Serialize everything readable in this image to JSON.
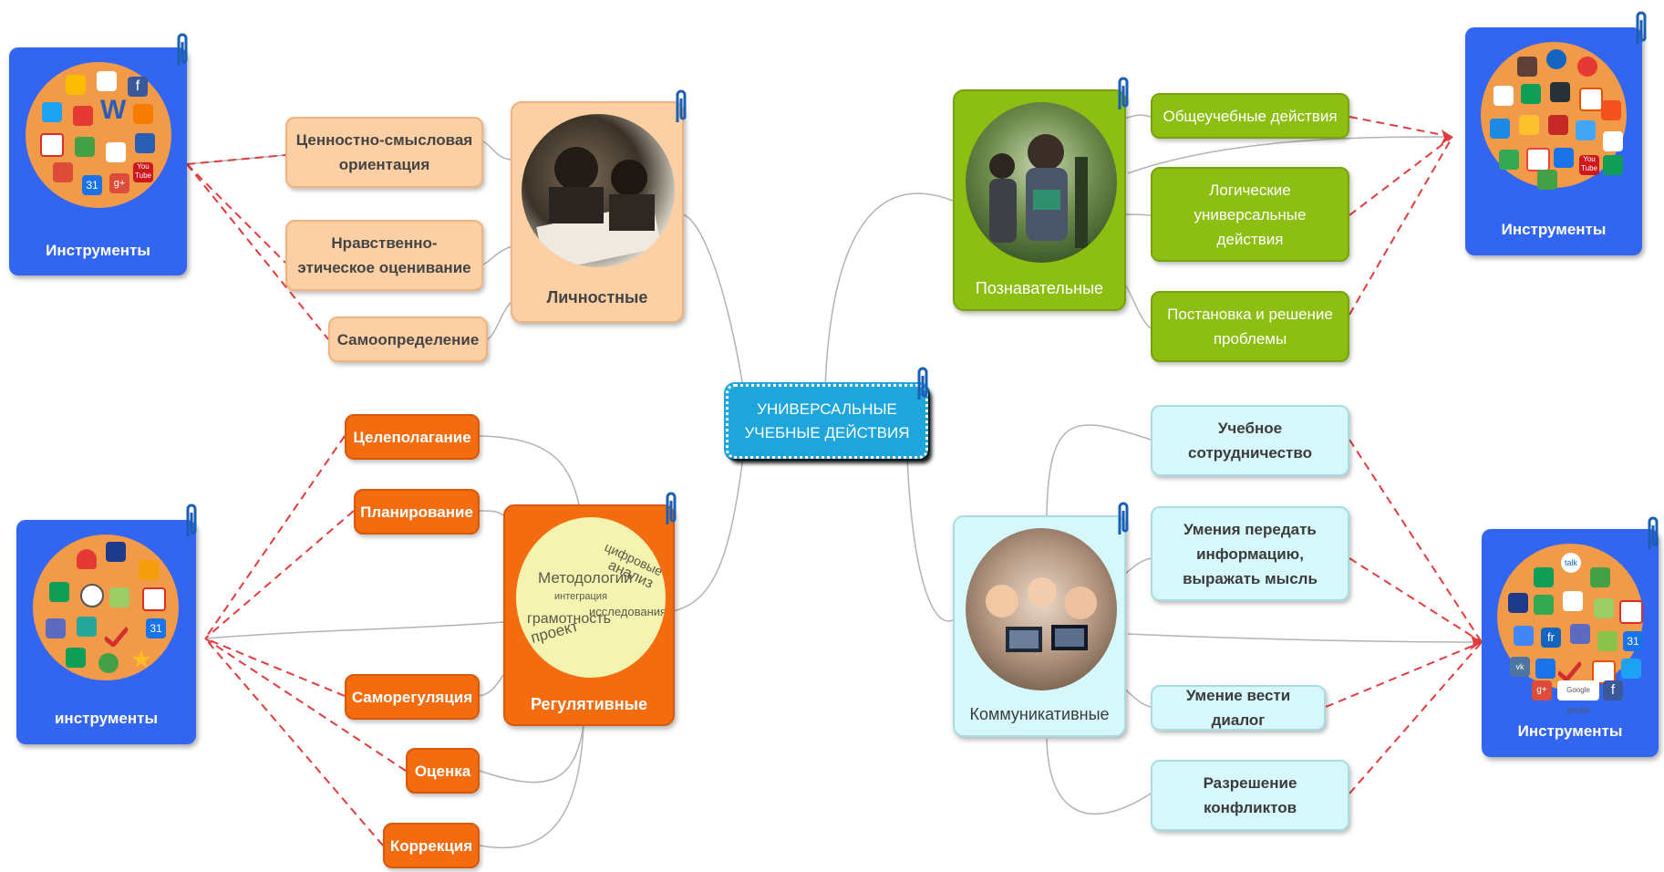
{
  "center": {
    "label": "УНИВЕРСАЛЬНЫЕ УЧЕБНЫЕ ДЕЙСТВИЯ"
  },
  "branches": {
    "personal": {
      "label": "Личностные",
      "items": [
        "Ценностно-смысловая ориентация",
        "Нравственно-этическое оценивание",
        "Самоопределение"
      ]
    },
    "cognitive": {
      "label": "Познавательные",
      "items": [
        "Общеучебные действия",
        "Логические универсальные действия",
        "Постановка и решение проблемы"
      ]
    },
    "regulatory": {
      "label": "Регулятивные",
      "items": [
        "Целеполагание",
        "Планирование",
        "Саморегуляция",
        "Оценка",
        "Коррекция"
      ],
      "wordcloud": [
        "цифровые",
        "анализ",
        "Методологии",
        "интеграция",
        "грамотность",
        "проект",
        "исследования"
      ]
    },
    "communicative": {
      "label": "Коммуникативные",
      "items": [
        "Учебное сотрудничество",
        "Умения передать информацию, выражать мысль",
        "Умение вести диалог",
        "Разрешение конфликтов"
      ]
    }
  },
  "tools": {
    "top_left": "Инструменты",
    "top_right": "Инструменты",
    "bottom_left": "инструменты",
    "bottom_right": "Инструменты"
  },
  "icon_texts": {
    "w": "W",
    "cal": "31",
    "yt": "You Tube",
    "talk": "talk",
    "fr": "fr",
    "vk": "vk",
    "gplus": "g+",
    "groups": "Google groups"
  },
  "colors": {
    "personal": "#fcd0a4",
    "cognitive": "#8dbe12",
    "regulatory": "#f36c10",
    "communicative": "#d7f8fb",
    "center": "#1ea6dc",
    "tools": "#3366f0",
    "tool_disc": "#f09a4a",
    "dashed_link": "#e23b3b",
    "solid_link": "#b3b3b3"
  },
  "icons": [
    "paperclip-icon",
    "google-drive-icon",
    "facebook-icon",
    "twitter-icon",
    "gmail-icon",
    "youtube-icon",
    "word-icon",
    "calendar-icon",
    "blogger-icon",
    "google-plus-icon",
    "rss-icon",
    "android-icon",
    "clock-icon",
    "star-icon",
    "checkmark-icon",
    "vk-icon",
    "skype-icon"
  ]
}
